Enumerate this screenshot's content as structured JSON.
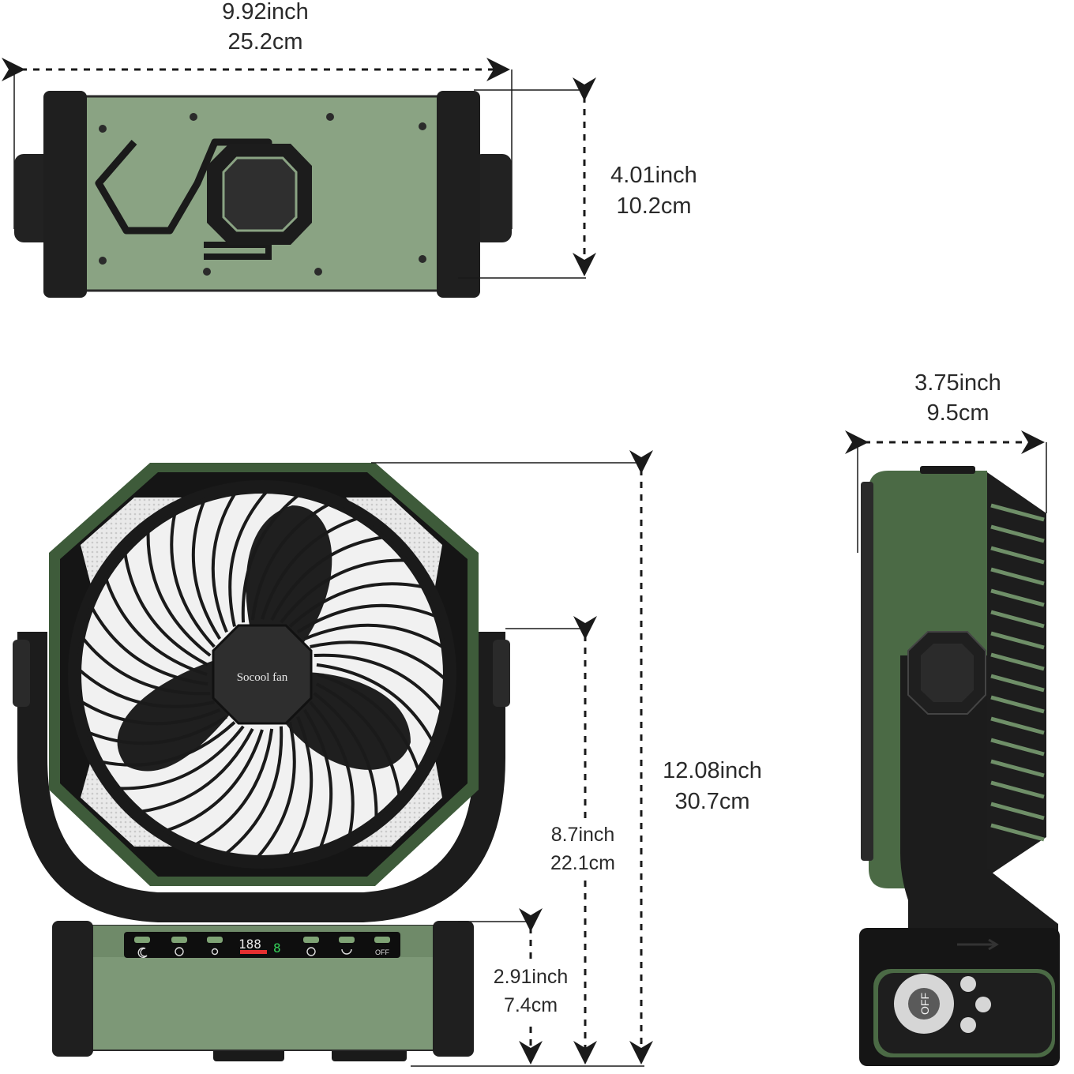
{
  "top_view": {
    "width": {
      "inch": "9.92inch",
      "cm": "25.2cm"
    },
    "depth": {
      "inch": "4.01inch",
      "cm": "10.2cm"
    }
  },
  "front_view": {
    "brand": "Socool fan",
    "total_height": {
      "inch": "12.08inch",
      "cm": "30.7cm"
    },
    "stand_height": {
      "inch": "8.7inch",
      "cm": "22.1cm"
    },
    "base_height": {
      "inch": "2.91inch",
      "cm": "7.4cm"
    },
    "control_panel": {
      "display": "188",
      "speed_digit": "8",
      "button_icons": [
        "moon-icon",
        "timer-icon",
        "light-icon",
        "fan-icon",
        "oscillate-icon",
        "power-off-icon"
      ],
      "off_label": "OFF"
    }
  },
  "side_view": {
    "depth": {
      "inch": "3.75inch",
      "cm": "9.5cm"
    },
    "dial_label": "OFF"
  },
  "colors": {
    "body_green": "#4b6a45",
    "panel_green": "#8aa383",
    "frame_black": "#1c1c1c",
    "led_red": "#e53030",
    "led_green": "#35d35a"
  }
}
